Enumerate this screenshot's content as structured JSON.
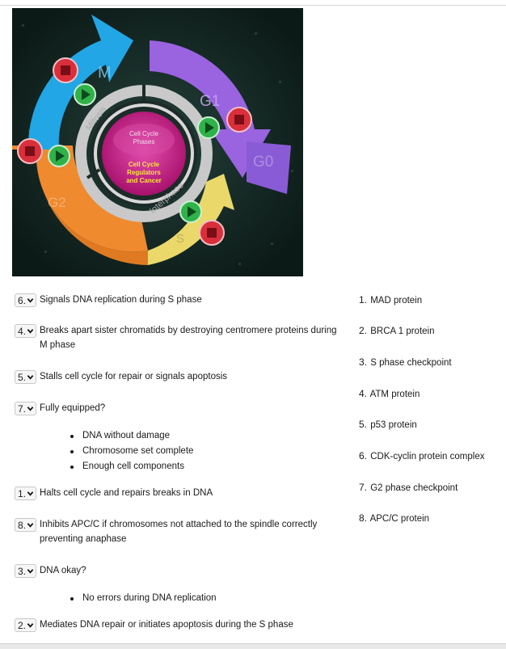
{
  "diagram": {
    "labels": {
      "m": "M",
      "g1": "G1",
      "g0": "G0",
      "g2": "G2",
      "s": "S",
      "mitosis": "Mitosis",
      "interphase": "Interphase",
      "center_top_1": "Cell Cycle",
      "center_top_2": "Phases",
      "center_bottom_1": "Cell Cycle",
      "center_bottom_2": "Regulators",
      "center_bottom_3": "and Cancer"
    },
    "colors": {
      "m": "#22a6e6",
      "g1": "#9a63e0",
      "g0": "#8a5bd6",
      "s": "#ead86a",
      "g2": "#ef8a2f",
      "center": "#c4197f",
      "ring": "#c9c9c9"
    }
  },
  "questions": [
    {
      "selected": "6.",
      "text": "Signals DNA replication during S phase",
      "bullets": []
    },
    {
      "selected": "4.",
      "text": "Breaks apart sister chromatids by destroying centromere proteins during M phase",
      "bullets": []
    },
    {
      "selected": "5.",
      "text": "Stalls cell cycle for repair or signals apoptosis",
      "bullets": []
    },
    {
      "selected": "7.",
      "text": "Fully equipped?",
      "bullets": [
        "DNA without damage",
        "Chromosome set complete",
        "Enough cell components"
      ]
    },
    {
      "selected": "1.",
      "text": "Halts cell cycle and repairs breaks in DNA",
      "bullets": []
    },
    {
      "selected": "8.",
      "text": "Inhibits APC/C if chromosomes not attached to the spindle correctly preventing anaphase",
      "bullets": []
    },
    {
      "selected": "3.",
      "text": "DNA okay?",
      "bullets": [
        "No errors during DNA replication"
      ]
    },
    {
      "selected": "2.",
      "text": "Mediates DNA repair or initiates apoptosis during the S phase",
      "bullets": []
    }
  ],
  "answers": [
    {
      "num": "1.",
      "text": "MAD protein"
    },
    {
      "num": "2.",
      "text": "BRCA 1 protein"
    },
    {
      "num": "3.",
      "text": "S phase checkpoint"
    },
    {
      "num": "4.",
      "text": "ATM protein"
    },
    {
      "num": "5.",
      "text": "p53 protein"
    },
    {
      "num": "6.",
      "text": "CDK-cyclin protein complex"
    },
    {
      "num": "7.",
      "text": "G2 phase checkpoint"
    },
    {
      "num": "8.",
      "text": "APC/C protein"
    }
  ]
}
